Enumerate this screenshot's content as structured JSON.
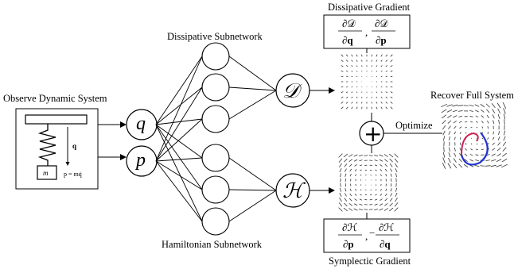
{
  "labels": {
    "observe": "Observe Dynamic System",
    "dissipative_subnetwork": "Dissipative Subnetwork",
    "hamiltonian_subnetwork": "Hamiltonian Subnetwork",
    "dissipative_gradient": "Dissipative Gradient",
    "symplectic_gradient": "Symplectic Gradient",
    "recover": "Recover Full System",
    "optimize": "Optimize"
  },
  "nodes": {
    "q": "q",
    "p": "p",
    "D": "𝒟",
    "H": "ℋ",
    "plus": "+"
  },
  "spring": {
    "q_label": "q",
    "mass_label": "m",
    "momentum_label": "p = mq̇"
  },
  "fractions": {
    "dissipative": {
      "num1": "∂𝒟",
      "den1": "∂q",
      "num2": "∂𝒟",
      "den2": "∂p",
      "sep": ","
    },
    "symplectic": {
      "num1": "∂ℋ",
      "den1": "∂p",
      "num2": "∂ℋ",
      "den2": "∂q",
      "sep": ",",
      "minus": "−"
    }
  },
  "colors": {
    "line": "#000000",
    "arrow_field": "#333333",
    "spiral_blue": "#2233cc",
    "spiral_red": "#cc2255"
  }
}
